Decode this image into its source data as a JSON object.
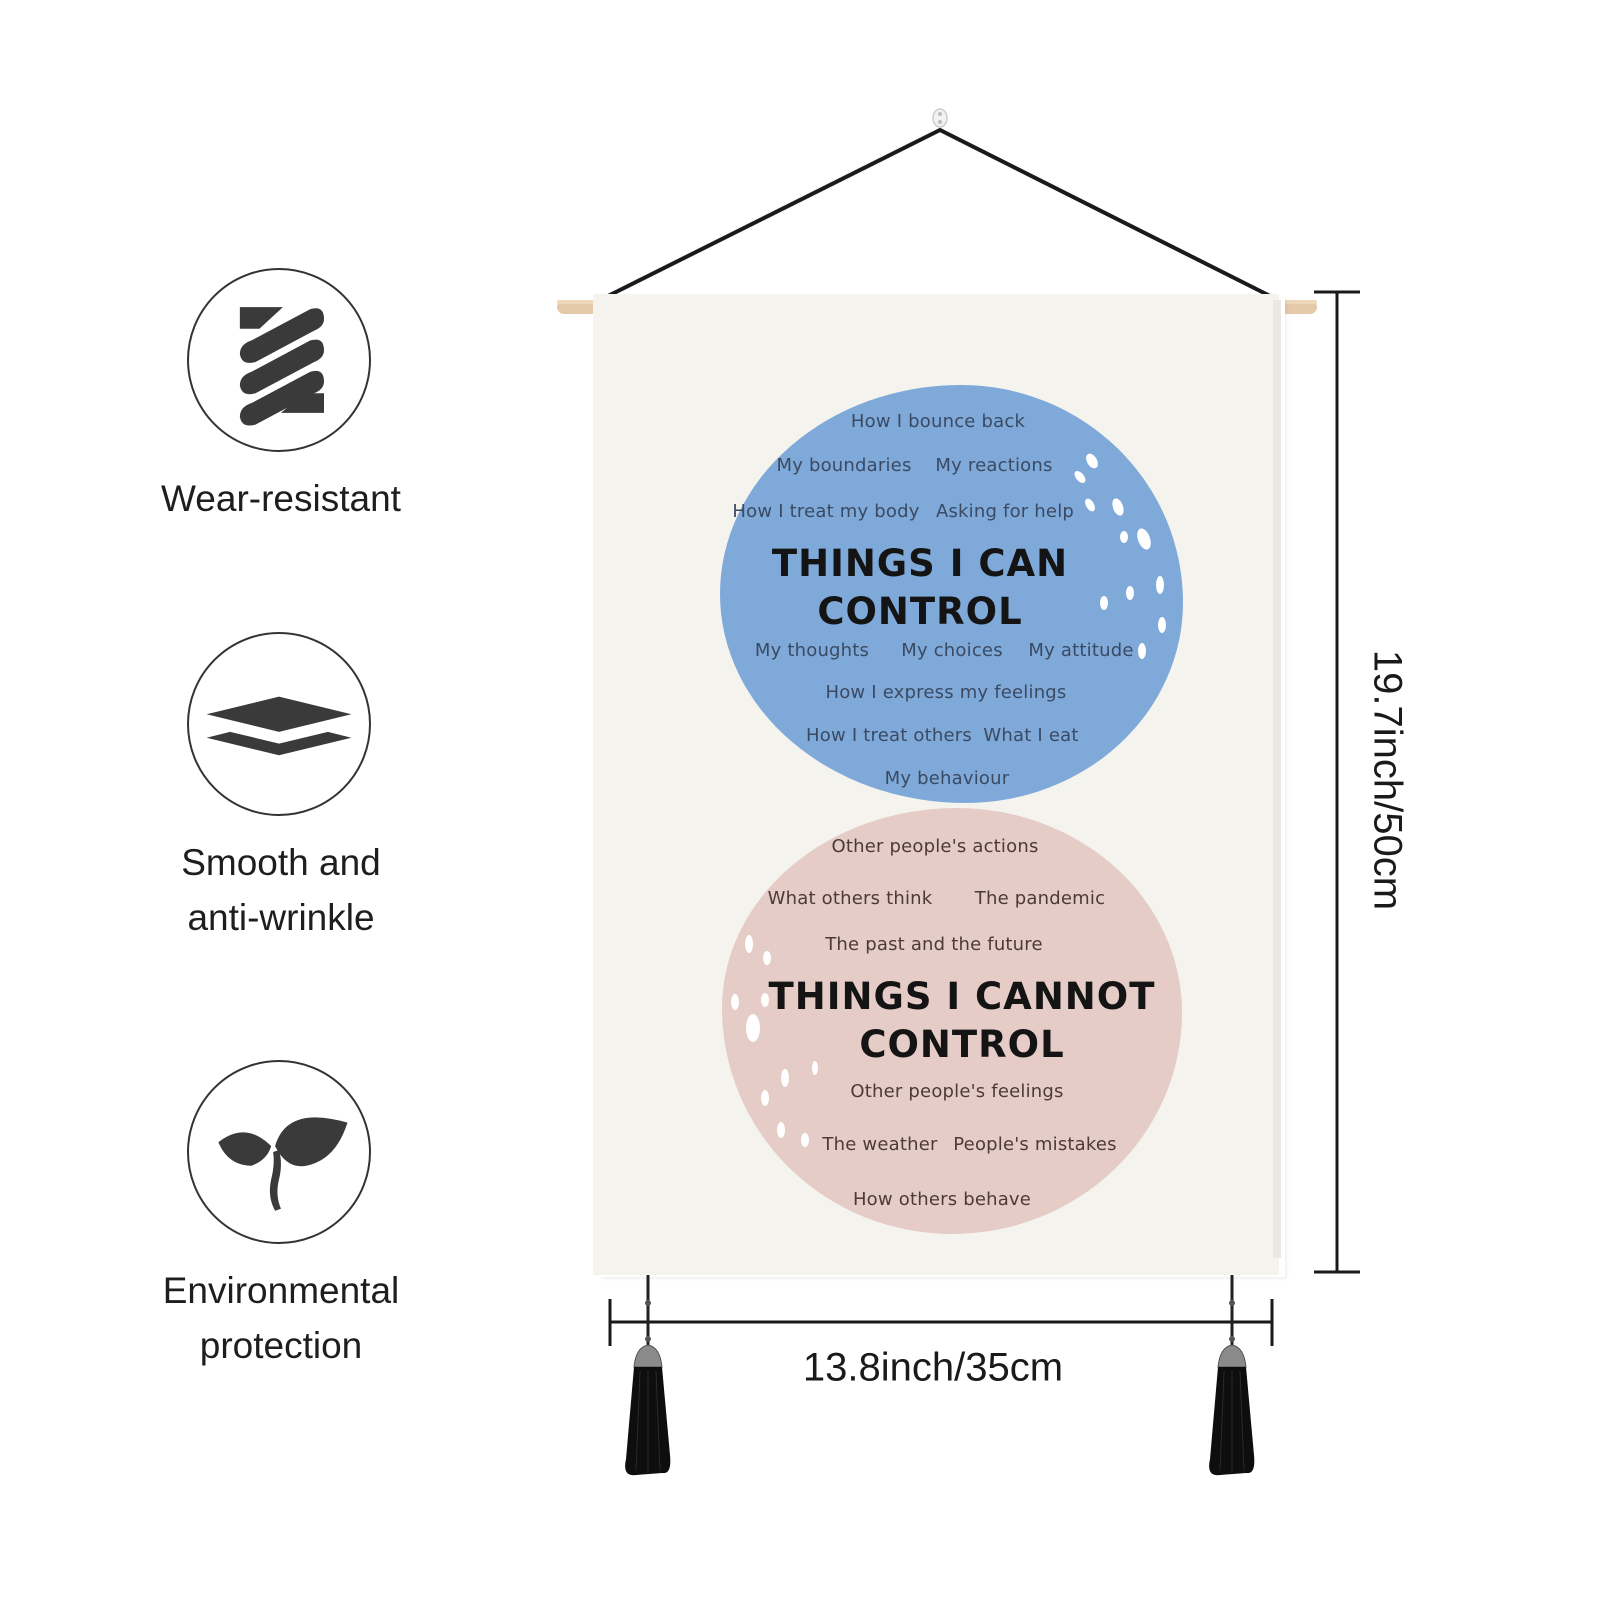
{
  "features": [
    {
      "icon": "stripes-icon",
      "label_lines": [
        "Wear-resistant"
      ]
    },
    {
      "icon": "layers-icon",
      "label_lines": [
        "Smooth and",
        "anti-wrinkle"
      ]
    },
    {
      "icon": "sprout-icon",
      "label_lines": [
        "Environmental",
        "protection"
      ]
    }
  ],
  "poster": {
    "can_control": {
      "heading_lines": [
        "THINGS I CAN",
        "CONTROL"
      ],
      "items": [
        "How I bounce back",
        "My boundaries",
        "My reactions",
        "How I treat my body",
        "Asking for help",
        "My thoughts",
        "My choices",
        "My attitude",
        "How I express my feelings",
        "How I treat others",
        "What I eat",
        "My behaviour"
      ]
    },
    "cannot_control": {
      "heading_lines": [
        "THINGS I CANNOT",
        "CONTROL"
      ],
      "items": [
        "Other people's actions",
        "What others think",
        "The pandemic",
        "The past and the future",
        "Other people's feelings",
        "The weather",
        "People's mistakes",
        "How others behave"
      ]
    }
  },
  "dimensions": {
    "height": "19.7inch/50cm",
    "width": "13.8inch/35cm"
  },
  "colors": {
    "blue_circle": "#7fa9d8",
    "pink_circle": "#e5ccc6",
    "poster_background": "#f4f3ee"
  }
}
